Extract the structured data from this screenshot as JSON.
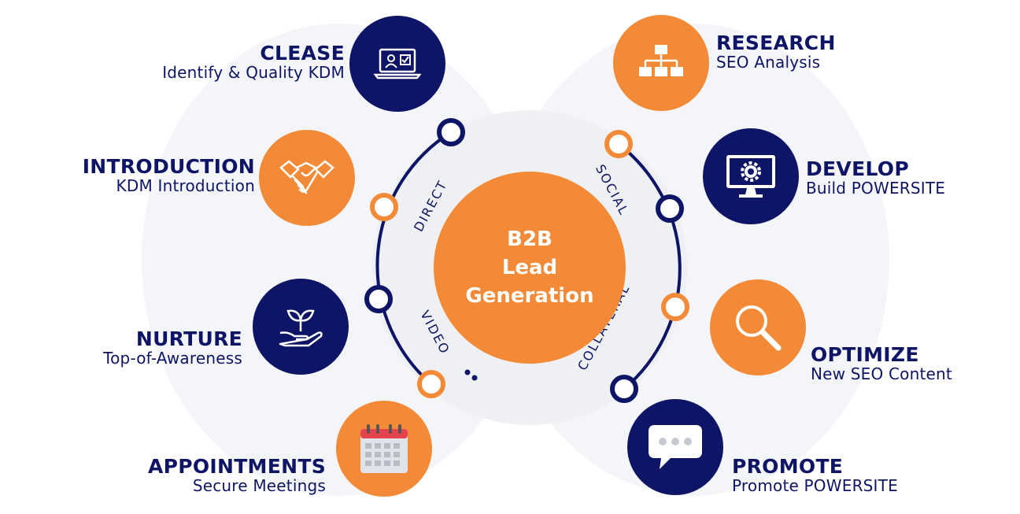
{
  "colors": {
    "navy": "#0e1466",
    "orange": "#f38a37",
    "gray": "#e1e3ea",
    "white": "#ffffff"
  },
  "center": {
    "line1": "B2B",
    "line2": "Lead",
    "line3": "Generation"
  },
  "channels": {
    "direct": "DIRECT",
    "social": "SOCIAL",
    "video": "VIDEO",
    "collateral": "COLLATERAL"
  },
  "steps": {
    "clease": {
      "title": "CLEASE",
      "subtitle": "Identify & Quality KDM",
      "icon": "laptop-check-icon"
    },
    "introduction": {
      "title": "INTRODUCTION",
      "subtitle": "KDM Introduction",
      "icon": "handshake-icon"
    },
    "nurture": {
      "title": "NURTURE",
      "subtitle": "Top-of-Awareness",
      "icon": "plant-hand-icon"
    },
    "appointments": {
      "title": "APPOINTMENTS",
      "subtitle": "Secure Meetings",
      "icon": "calendar-icon"
    },
    "research": {
      "title": "RESEARCH",
      "subtitle": "SEO Analysis",
      "icon": "sitemap-icon"
    },
    "develop": {
      "title": "DEVELOP",
      "subtitle": "Build POWERSITE",
      "icon": "monitor-gear-icon"
    },
    "optimize": {
      "title": "OPTIMIZE",
      "subtitle": "New SEO Content",
      "icon": "magnifier-icon"
    },
    "promote": {
      "title": "PROMOTE",
      "subtitle": "Promote POWERSITE",
      "icon": "chat-bubble-icon"
    }
  }
}
